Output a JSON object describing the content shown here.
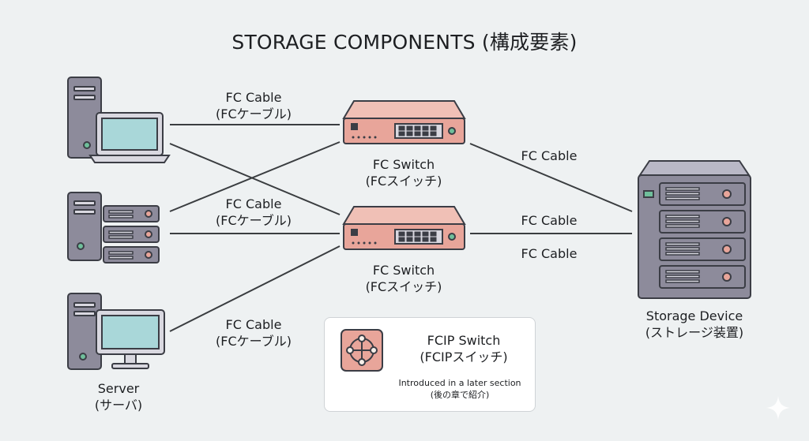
{
  "title": "STORAGE COMPONENTS (構成要素)",
  "cables": {
    "top_left": [
      "FC Cable",
      "(FCケーブル)"
    ],
    "middle_left": [
      "FC Cable",
      "(FCケーブル)"
    ],
    "bottom_left": [
      "FC Cable",
      "(FCケーブル)"
    ],
    "top_right": "FC Cable",
    "middle_right_1": "FC Cable",
    "middle_right_2": "FC Cable"
  },
  "switch_top": [
    "FC Switch",
    "(FCスイッチ)"
  ],
  "switch_bottom": [
    "FC Switch",
    "(FCスイッチ)"
  ],
  "server": [
    "Server",
    "(サーバ)"
  ],
  "storage": [
    "Storage Device",
    "(ストレージ装置)"
  ],
  "legend": {
    "title": [
      "FCIP Switch",
      "(FCIPスイッチ)"
    ],
    "note": [
      "Introduced in a later section",
      "(後の章で紹介)"
    ]
  },
  "colors": {
    "switch_body": "#e8a59a",
    "device_gray": "#8d8b9b",
    "screen": "#a9d7d9",
    "line": "#3a3d40",
    "indicator_green": "#6fbf9b"
  },
  "icons": [
    "workstation-icon",
    "rack-server-icon",
    "desktop-server-icon",
    "fc-switch-icon",
    "storage-array-icon",
    "fcip-switch-icon",
    "sparkle-icon"
  ]
}
